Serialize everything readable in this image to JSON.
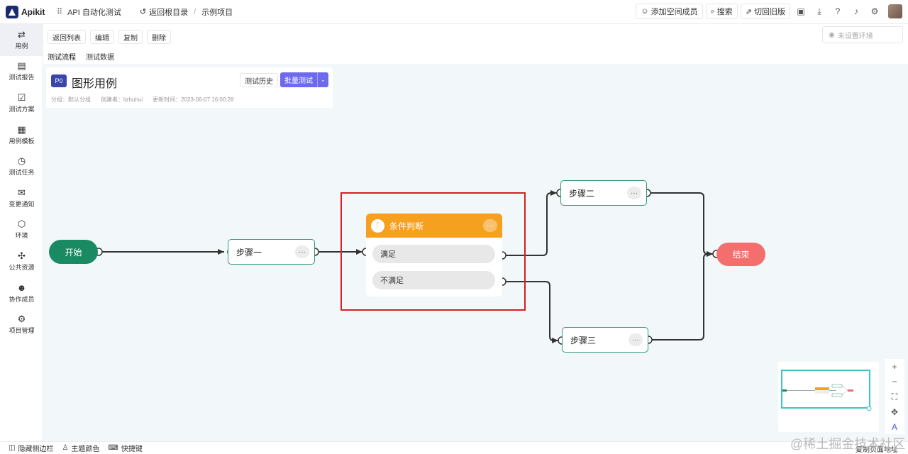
{
  "app": {
    "name": "Apikit",
    "project": "API 自动化测试",
    "back_root": "返回根目录",
    "breadcrumb": "示例项目"
  },
  "top_actions": {
    "add_member": "添加空间成员",
    "search": "搜索",
    "switch_old": "切回旧版"
  },
  "sidebar": {
    "items": [
      {
        "label": "用例",
        "icon": "swap-icon"
      },
      {
        "label": "测试报告",
        "icon": "report-icon"
      },
      {
        "label": "测试方案",
        "icon": "checklist-icon"
      },
      {
        "label": "用例模板",
        "icon": "template-icon"
      },
      {
        "label": "测试任务",
        "icon": "timer-icon"
      },
      {
        "label": "变更通知",
        "icon": "mail-icon"
      },
      {
        "label": "环境",
        "icon": "cube-icon"
      },
      {
        "label": "公共资源",
        "icon": "puzzle-icon"
      },
      {
        "label": "协作成员",
        "icon": "users-icon"
      },
      {
        "label": "项目管理",
        "icon": "gear-icon"
      }
    ]
  },
  "toolbar": {
    "back_list": "返回列表",
    "edit": "编辑",
    "copy": "复制",
    "delete": "删除",
    "env_placeholder": "未设置环境"
  },
  "tabs": [
    {
      "label": "测试流程"
    },
    {
      "label": "测试数据"
    }
  ],
  "case": {
    "priority": "P0",
    "title": "图形用例",
    "history_btn": "测试历史",
    "batch_btn": "批量测试",
    "group": "分组：默认分组",
    "creator": "创建者：lizhuhui",
    "updated": "更新时间：2023-06-07 16:00:28"
  },
  "flow": {
    "start": "开始",
    "step1": "步骤一",
    "condition": "条件判断",
    "branch_yes": "满足",
    "branch_no": "不满足",
    "step2": "步骤二",
    "step3": "步骤三",
    "end": "结束",
    "more": "···"
  },
  "bottom": {
    "hide_sidebar": "隐藏侧边栏",
    "theme": "主题颜色",
    "shortcuts": "快捷键",
    "copy_addr": "复制页面地址"
  },
  "watermark": "@稀土掘金技术社区",
  "colors": {
    "accent": "#6e6af0",
    "start": "#1a8a62",
    "end": "#f46e6e",
    "condition": "#f5a01f",
    "highlight": "#d71f26"
  }
}
